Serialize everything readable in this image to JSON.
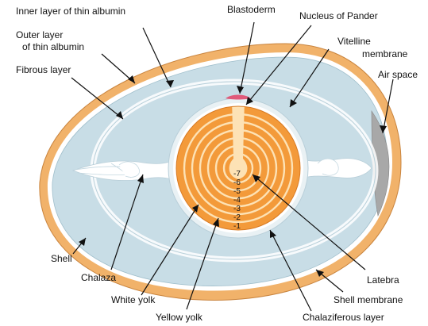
{
  "labels": {
    "inner_thin_albumin": "Inner layer of thin albumin",
    "outer_layer_line1": "Outer layer",
    "outer_layer_line2": "of thin albumin",
    "fibrous_layer": "Fibrous layer",
    "blastoderm": "Blastoderm",
    "nucleus_of_pander": "Nucleus of Pander",
    "vitelline_line1": "Vitelline",
    "vitelline_line2": "membrane",
    "air_space": "Air space",
    "shell": "Shell",
    "chalaza": "Chalaza",
    "white_yolk": "White yolk",
    "yellow_yolk": "Yellow yolk",
    "latebra": "Latebra",
    "shell_membrane": "Shell membrane",
    "chalaziferous_layer": "Chalaziferous layer"
  },
  "yolk_ring_numbers": [
    "-7",
    "-6",
    "-5",
    "-4",
    "-3",
    "-2",
    "-1"
  ],
  "colors": {
    "shell": "#f1b26a",
    "albumin": "#c8dde6",
    "membrane": "#ffffff",
    "yolk_orange": "#f39a3a",
    "yolk_light": "#fde2b5",
    "blastoderm": "#e05a7a",
    "air_space": "#a8a8a8"
  }
}
